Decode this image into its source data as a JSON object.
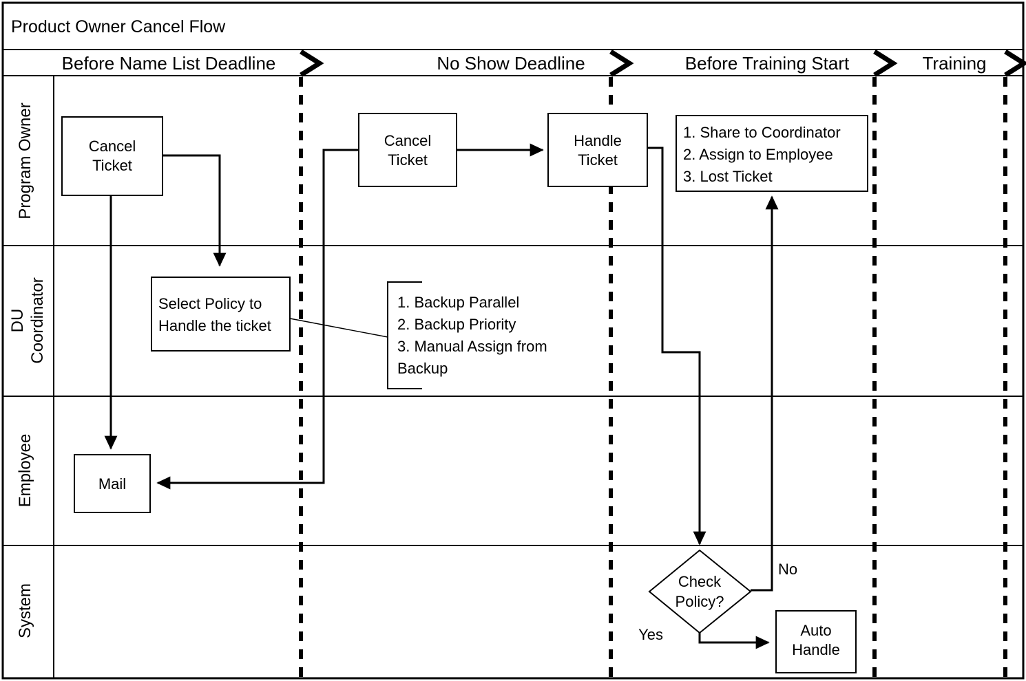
{
  "diagram": {
    "title": "Product Owner Cancel Flow",
    "type": "swimlane-flowchart",
    "phases": [
      {
        "id": "phase-1",
        "label": "Before Name List Deadline"
      },
      {
        "id": "phase-2",
        "label": "No Show Deadline"
      },
      {
        "id": "phase-3",
        "label": "Before Training Start"
      },
      {
        "id": "phase-4",
        "label": "Training"
      }
    ],
    "lanes": [
      {
        "id": "lane-program-owner",
        "label": "Program Owner"
      },
      {
        "id": "lane-du-coordinator",
        "label": "DU\nCoordinator",
        "line1": "DU",
        "line2": "Coordinator"
      },
      {
        "id": "lane-employee",
        "label": "Employee"
      },
      {
        "id": "lane-system",
        "label": "System"
      }
    ],
    "nodes": [
      {
        "id": "cancel-ticket-1",
        "lane": "Program Owner",
        "phase": "Before Name List Deadline",
        "shape": "process",
        "line1": "Cancel",
        "line2": "Ticket"
      },
      {
        "id": "cancel-ticket-2",
        "lane": "Program Owner",
        "phase": "No Show Deadline",
        "shape": "process",
        "line1": "Cancel",
        "line2": "Ticket"
      },
      {
        "id": "handle-ticket",
        "lane": "Program Owner",
        "phase": "No Show Deadline",
        "shape": "process",
        "line1": "Handle",
        "line2": "Ticket"
      },
      {
        "id": "select-policy",
        "lane": "DU Coordinator",
        "phase": "Before Name List Deadline",
        "shape": "process",
        "line1": "Select Policy to",
        "line2": "Handle the ticket"
      },
      {
        "id": "mail",
        "lane": "Employee",
        "phase": "Before Name List Deadline",
        "shape": "process",
        "line1": "Mail"
      },
      {
        "id": "check-policy",
        "lane": "System",
        "phase": "Before Training Start",
        "shape": "decision",
        "line1": "Check",
        "line2": "Policy?"
      },
      {
        "id": "auto-handle",
        "lane": "System",
        "phase": "Before Training Start",
        "shape": "process",
        "line1": "Auto",
        "line2": "Handle"
      }
    ],
    "option_box": {
      "id": "owner-options",
      "lane": "Program Owner",
      "phase": "Before Training Start",
      "items": [
        "1. Share  to Coordinator",
        "2. Assign to Employee",
        "3. Lost Ticket"
      ]
    },
    "note": {
      "id": "backup-policy-note",
      "lane": "DU Coordinator",
      "phase": "No Show Deadline",
      "items": [
        "1. Backup Parallel",
        "2. Backup Priority",
        "3. Manual Assign from",
        "Backup"
      ]
    },
    "edge_labels": {
      "no": "No",
      "yes": "Yes"
    },
    "colors": {
      "stroke": "#000000",
      "background": "#ffffff",
      "node_fill": "#ffffff"
    }
  }
}
